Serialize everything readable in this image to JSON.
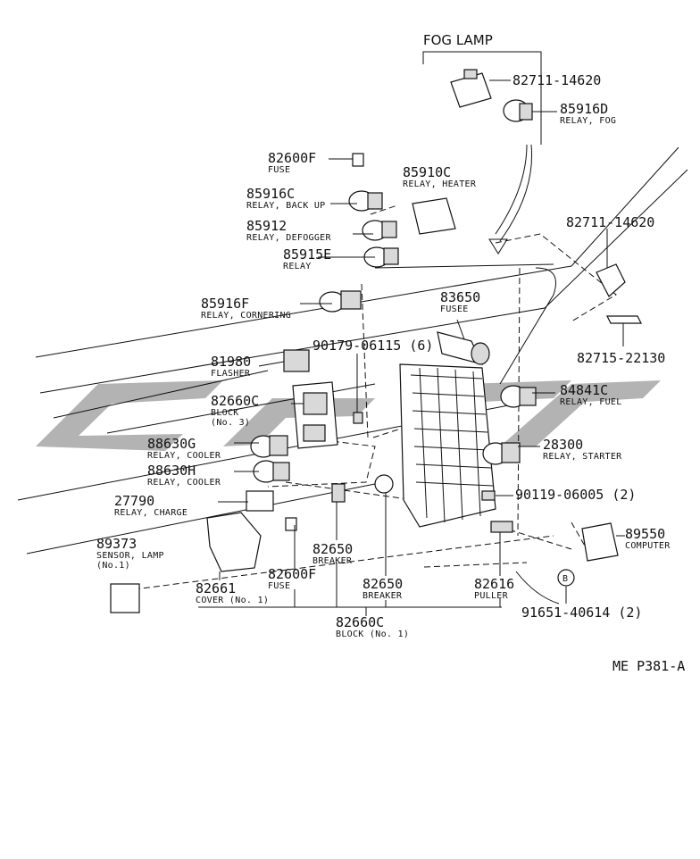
{
  "header": {
    "fog_lamp": "FOG LAMP"
  },
  "labels": {
    "l82711_top": "82711-14620",
    "l85916D": "85916D",
    "l85916D_sub": "RELAY, FOG",
    "l82600F_top": "82600F",
    "l82600F_top_sub": "FUSE",
    "l85910C": "85910C",
    "l85910C_sub": "RELAY, HEATER",
    "l85916C": "85916C",
    "l85916C_sub": "RELAY, BACK UP",
    "l85912": "85912",
    "l85912_sub": "RELAY, DEFOGGER",
    "l85915E": "85915E",
    "l85915E_sub": "RELAY",
    "l82711_mid": "82711-14620",
    "l85916F": "85916F",
    "l85916F_sub": "RELAY, CORNERING",
    "l83650": "83650",
    "l83650_sub": "FUSEE",
    "l90179": "90179-06115 (6)",
    "l82715": "82715-22130",
    "l81980": "81980",
    "l81980_sub": "FLASHER",
    "l84841C": "84841C",
    "l84841C_sub": "RELAY, FUEL",
    "l82660C_b3": "82660C",
    "l82660C_b3_sub1": "BLOCK",
    "l82660C_b3_sub2": "(No. 3)",
    "l88630G": "88630G",
    "l88630G_sub": "RELAY, COOLER",
    "l28300": "28300",
    "l28300_sub": "RELAY, STARTER",
    "l88630H": "88630H",
    "l88630H_sub": "RELAY, COOLER",
    "l27790": "27790",
    "l27790_sub": "RELAY, CHARGE",
    "l90119": "90119-06005 (2)",
    "l89550": "89550",
    "l89550_sub": "COMPUTER",
    "l89373": "89373",
    "l89373_sub1": "SENSOR, LAMP",
    "l89373_sub2": "(No.1)",
    "l82650_a": "82650",
    "l82650_a_sub": "BREAKER",
    "l82600F_bot": "82600F",
    "l82600F_bot_sub": "FUSE",
    "l82616": "82616",
    "l82616_sub": "PULLER",
    "l82661": "82661",
    "l82661_sub": "COVER (No. 1)",
    "l82650_b": "82650",
    "l82650_b_sub": "BREAKER",
    "l91651": "91651-40614 (2)",
    "l82660C_b1": "82660C",
    "l82660C_b1_sub": "BLOCK (No. 1)",
    "callout_b": "B",
    "ref": "ME P381-A"
  }
}
